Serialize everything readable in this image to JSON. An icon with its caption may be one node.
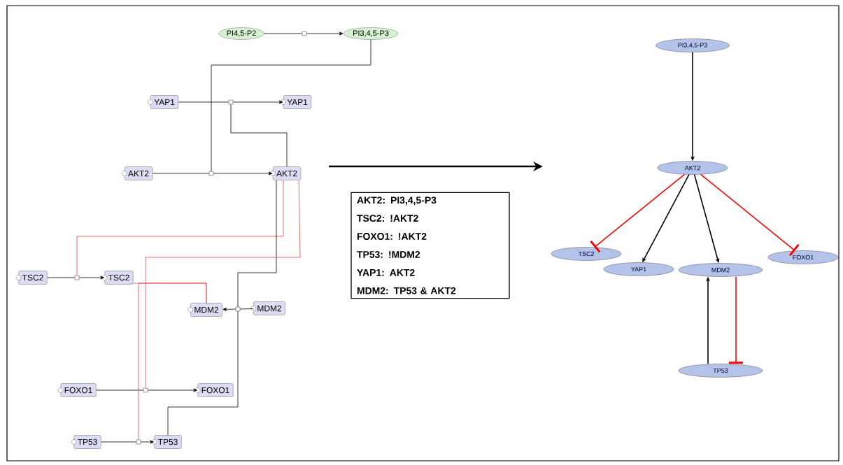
{
  "diagram": {
    "nodes": [
      {
        "text": [
          "PI4,5-P2"
        ]
      },
      {
        "text": [
          "PI3,4,5-P3"
        ]
      },
      {
        "text": [],
        "shape": "box"
      },
      {
        "text": [
          "YAP1"
        ]
      },
      {
        "text": [
          "YAP1"
        ]
      },
      {
        "text": [],
        "shape": "box"
      },
      {
        "text": [
          "AKT2"
        ]
      },
      {
        "text": [
          "AKT2"
        ]
      },
      {
        "text": [],
        "shape": "box"
      },
      {
        "text": [
          "TSC2"
        ]
      },
      {
        "text": [
          "TSC2"
        ]
      },
      {
        "text": [],
        "shape": "box"
      },
      {
        "text": [
          "MDM2"
        ]
      },
      {
        "text": [
          "MDM2"
        ]
      },
      {
        "text": [],
        "shape": "box"
      },
      {
        "text": [
          "FOXO1"
        ]
      },
      {
        "text": [
          "FOXO1"
        ]
      },
      {
        "text": [],
        "shape": "box"
      },
      {
        "text": [
          "TP53"
        ]
      },
      {
        "text": [
          "TP53"
        ]
      },
      {
        "text": [],
        "shape": "box"
      },
      {
        "text": [
          "PI3,4,5-P3"
        ]
      },
      {
        "text": [
          "AKT2"
        ]
      },
      {
        "text": [
          "TSC2"
        ]
      },
      {
        "text": [
          "YAP1"
        ]
      },
      {
        "text": [
          "MDM2"
        ]
      },
      {
        "text": [
          "FOXO1"
        ]
      },
      {
        "text": [
          "TP53"
        ]
      },
      {
        "text": [
          "AKT2: PI3,4,5-P3",
          "TSC2: !AKT2",
          "FOXO1: !AKT2",
          "TP53: !MDM2",
          "YAP1: AKT2",
          "MDM2: TP53 & AKT2"
        ]
      }
    ],
    "edges": [
      {
        "from": 0,
        "to": 2,
        "arrow": "none"
      },
      {
        "from": 2,
        "to": 1,
        "arrow": "to"
      },
      {
        "from": 1,
        "to": 8,
        "arrow": "none"
      },
      {
        "from": 3,
        "to": 5,
        "arrow": "none"
      },
      {
        "from": 5,
        "to": 4,
        "arrow": "to"
      },
      {
        "from": 7,
        "to": 5,
        "arrow": "none"
      },
      {
        "from": 6,
        "to": 8,
        "arrow": "none"
      },
      {
        "from": 8,
        "to": 7,
        "arrow": "to"
      },
      {
        "from": 9,
        "to": 11,
        "arrow": "none"
      },
      {
        "from": 11,
        "to": 10,
        "arrow": "to"
      },
      {
        "from": 7,
        "to": 11,
        "arrow": "none",
        "color": "#e04848"
      },
      {
        "from": 13,
        "to": 14,
        "arrow": "none"
      },
      {
        "from": 14,
        "to": 12,
        "arrow": "to"
      },
      {
        "from": 7,
        "to": 14,
        "arrow": "none"
      },
      {
        "from": 19,
        "to": 14,
        "arrow": "none"
      },
      {
        "from": 10,
        "to": 12,
        "arrow": "none",
        "color": "#e04848"
      },
      {
        "from": 7,
        "to": 17,
        "arrow": "none",
        "color": "#e04848"
      },
      {
        "from": 15,
        "to": 17,
        "arrow": "none"
      },
      {
        "from": 17,
        "to": 16,
        "arrow": "to"
      },
      {
        "from": 18,
        "to": 20,
        "arrow": "none"
      },
      {
        "from": 20,
        "to": 19,
        "arrow": "to"
      },
      {
        "from": 12,
        "to": 20,
        "arrow": "none",
        "color": "#e04848"
      },
      {
        "from": 21,
        "to": 22,
        "arrow": "to"
      },
      {
        "from": 22,
        "to": 23,
        "arrow": "other",
        "color": "#ff0000"
      },
      {
        "from": 22,
        "to": 24,
        "arrow": "to"
      },
      {
        "from": 22,
        "to": 25,
        "arrow": "to"
      },
      {
        "from": 22,
        "to": 26,
        "arrow": "other",
        "color": "#ff0000"
      },
      {
        "from": 27,
        "to": 25,
        "arrow": "to"
      },
      {
        "from": 25,
        "to": 27,
        "arrow": "other",
        "color": "#ff0000"
      }
    ]
  }
}
